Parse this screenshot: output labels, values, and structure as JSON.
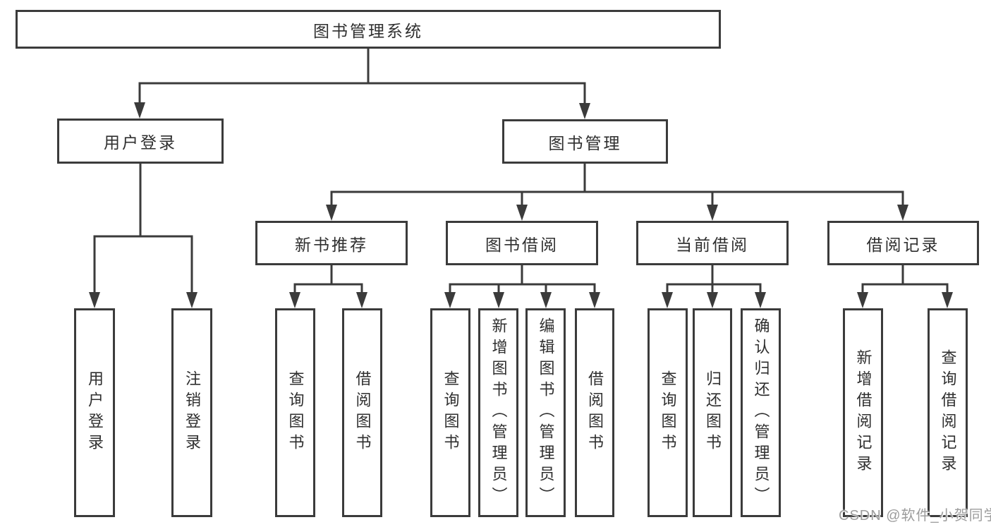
{
  "diagram": {
    "title_node": {
      "label": "图书管理系统"
    },
    "level2": {
      "user_login": {
        "label": "用户登录"
      },
      "book_management": {
        "label": "图书管理"
      }
    },
    "level3": {
      "new_book_recommend": {
        "label": "新书推荐"
      },
      "book_borrowing": {
        "label": "图书借阅"
      },
      "current_borrowing": {
        "label": "当前借阅"
      },
      "borrowing_records": {
        "label": "借阅记录"
      }
    },
    "leaves": {
      "user_login": {
        "label": "用户登录"
      },
      "logout": {
        "label": "注销登录"
      },
      "query_books_recommend": {
        "label": "查询图书"
      },
      "borrow_books_recommend": {
        "label": "借阅图书"
      },
      "query_books_borrowing": {
        "label": "查询图书"
      },
      "add_book_admin": {
        "label": "新增图书（管理员）"
      },
      "edit_book_admin": {
        "label": "编辑图书（管理员）"
      },
      "borrow_books_borrowing": {
        "label": "借阅图书"
      },
      "query_books_current": {
        "label": "查询图书"
      },
      "return_book": {
        "label": "归还图书"
      },
      "confirm_return_admin": {
        "label": "确认归还（管理员）"
      },
      "add_borrow_record": {
        "label": "新增借阅记录"
      },
      "query_borrow_record": {
        "label": "查询借阅记录"
      }
    },
    "colors": {
      "line": "#3b3b3b",
      "text": "#2f2f2f",
      "background": "#ffffff",
      "watermark": "#9c9c9c"
    }
  },
  "watermark": {
    "text": "CSDN @软件_小贺同学"
  }
}
